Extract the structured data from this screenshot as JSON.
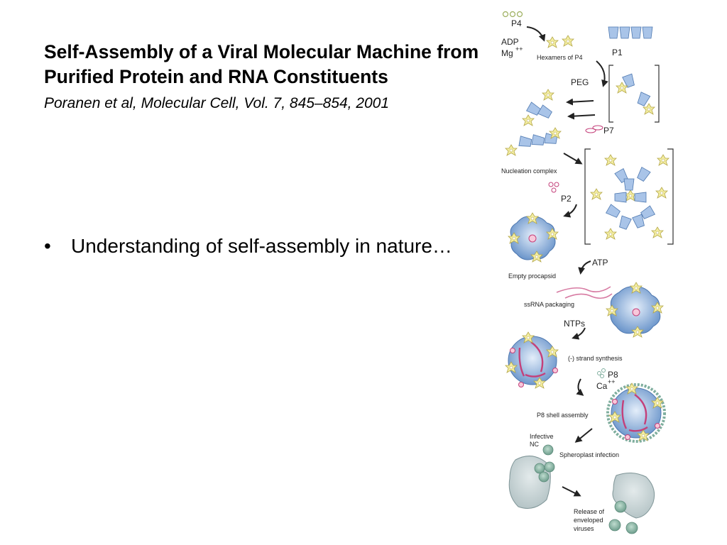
{
  "slide": {
    "title": "Self-Assembly of a Viral Molecular Machine from Purified Protein and RNA Constituents",
    "citation": "Poranen et al, Molecular Cell, Vol. 7, 845–854, 2001",
    "bullets": [
      {
        "marker": "•",
        "text": "Understanding of self-assembly in nature…"
      }
    ]
  },
  "figure": {
    "labels": {
      "p4": "P4",
      "adp": "ADP",
      "mg": "Mg",
      "mg_sup": "++",
      "hexamers": "Hexamers of P4",
      "p1": "P1",
      "peg": "PEG",
      "p7": "P7",
      "nucleation": "Nucleation complex",
      "p2": "P2",
      "atp": "ATP",
      "empty_procapsid": "Empty procapsid",
      "ssrna": "ssRNA packaging",
      "ntps": "NTPs",
      "strand": "(-) strand synthesis",
      "p8": "P8",
      "ca": "Ca",
      "ca_sup": "++",
      "p8_shell": "P8 shell assembly",
      "infective": "Infective",
      "nc": "NC",
      "spheroplast": "Spheroplast infection",
      "release1": "Release of",
      "release2": "enveloped",
      "release3": "viruses"
    },
    "colors": {
      "capsid_blue": "#7fa6d6",
      "capsid_light": "#c6dcf2",
      "hexamer_yellow": "#f3eda0",
      "rna_pink": "#c4407a",
      "cell_gray": "#c9d6d8",
      "virion_teal": "#7fae9e"
    }
  }
}
